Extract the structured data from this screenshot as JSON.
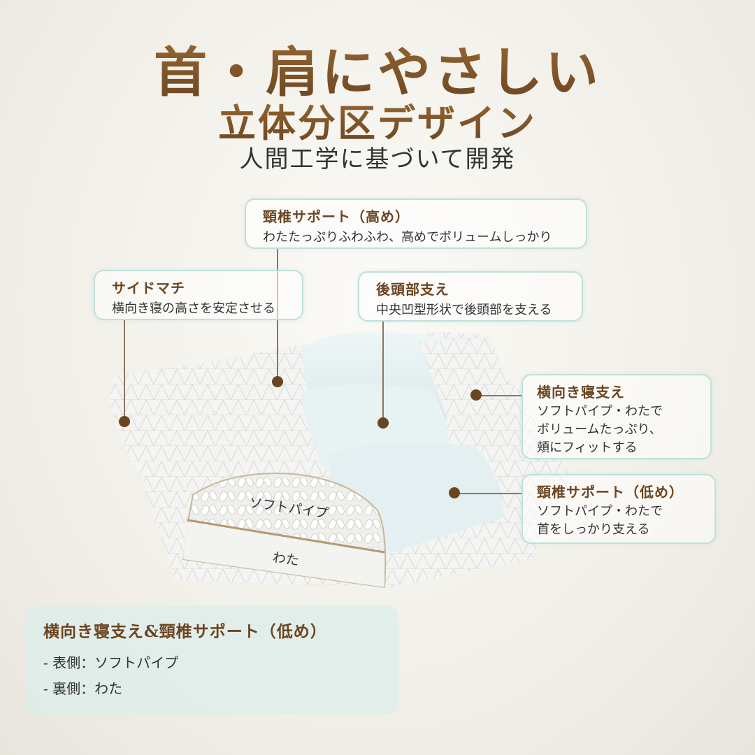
{
  "header": {
    "title_line1": "首・肩にやさしい",
    "title_line2": "立体分区デザイン",
    "subtitle": "人間工学に基づいて開発"
  },
  "callouts": {
    "neck_high": {
      "title": "頸椎サポート（高め）",
      "text": "わたたっぷりふわふわ、高めでボリュームしっかり"
    },
    "side_gusset": {
      "title": "サイドマチ",
      "text": "横向き寝の高さを安定させる"
    },
    "back_head": {
      "title": "後頭部支え",
      "text": "中央凹型形状で後頭部を支える"
    },
    "side_sleep": {
      "title": "横向き寝支え",
      "lines": [
        "ソフトパイプ・わたで",
        "ボリュームたっぷり、",
        "頬にフィットする"
      ]
    },
    "neck_low": {
      "title": "頸椎サポート（低め）",
      "lines": [
        "ソフトパイプ・わたで",
        "首をしっかり支える"
      ]
    }
  },
  "cross_section": {
    "top_label": "ソフトパイプ",
    "bottom_label": "わた"
  },
  "info_box": {
    "title": "横向き寝支え&頸椎サポート（低め）",
    "items": [
      "- 表側：ソフトパイプ",
      "- 裏側：わた"
    ]
  },
  "colors": {
    "accent_brown": "#6b4420",
    "callout_border": "#bfe0dc",
    "pillow_blue": "#e6f1f2"
  }
}
